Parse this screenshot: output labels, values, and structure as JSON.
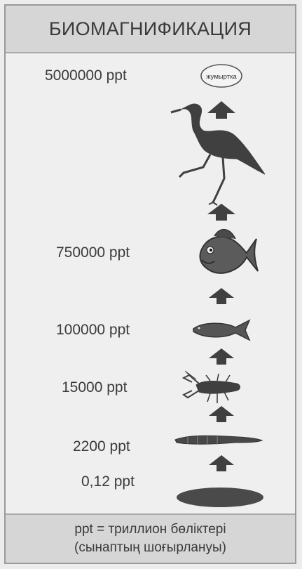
{
  "title": "БИОМАГНИФИКАЦИЯ",
  "levels": [
    {
      "value": "5000000 ppt",
      "organism": "heron-icon",
      "egg_label": "жумыртка"
    },
    {
      "value": "750000 ppt",
      "organism": "big-fish-icon"
    },
    {
      "value": "100000 ppt",
      "organism": "small-fish-icon"
    },
    {
      "value": "15000 ppt",
      "organism": "crayfish-icon"
    },
    {
      "value": "2200 ppt",
      "organism": "larva-icon"
    },
    {
      "value": "0,12 ppt",
      "organism": "algae-icon"
    }
  ],
  "footer": {
    "line1": "ppt = триллион бөліктері",
    "line2": "(сынаптың шоғырлануы)"
  },
  "colors": {
    "silhouette": "#404040",
    "background": "#efefef",
    "header": "#d6d6d6"
  }
}
